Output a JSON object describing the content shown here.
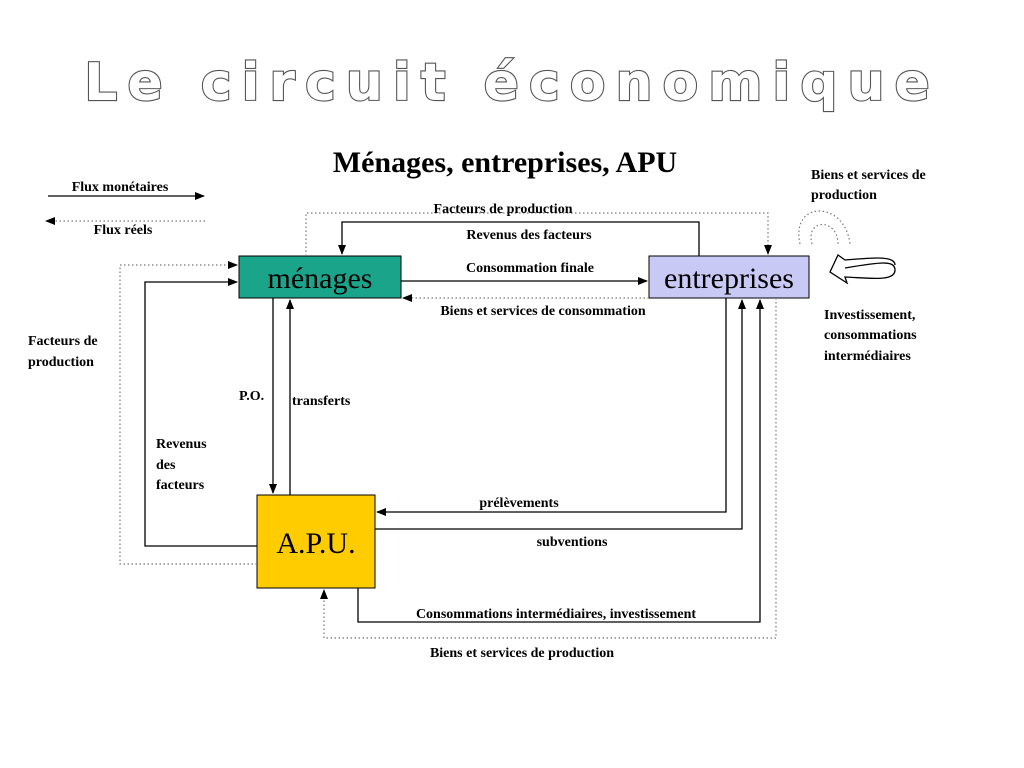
{
  "title": "Le circuit économique",
  "subtitle": "Ménages, entreprises, APU",
  "legend": {
    "monetary": "Flux monétaires",
    "real": "Flux réels"
  },
  "nodes": {
    "menages": {
      "label": "ménages",
      "color": "#1aa58a"
    },
    "entreprises": {
      "label": "entreprises",
      "color": "#c9c9f5"
    },
    "apu": {
      "label": "A.P.U.",
      "color": "#ffcc00"
    }
  },
  "flows": {
    "facteurs_production_top": "Facteurs de production",
    "revenus_facteurs_top": "Revenus des facteurs",
    "consommation_finale": "Consommation finale",
    "biens_services_consommation": "Biens et services de consommation",
    "facteurs_production_left_1": "Facteurs de",
    "facteurs_production_left_2": "production",
    "po": "P.O.",
    "transferts": "transferts",
    "revenus_left_1": "Revenus",
    "revenus_left_2": "des",
    "revenus_left_3": "facteurs",
    "prelevements": "prélèvements",
    "subventions": "subventions",
    "ci_investissement": "Consommations intermédiaires, investissement",
    "biens_services_production_bottom": "Biens et services de production",
    "biens_services_production_right_1": "Biens et services de",
    "biens_services_production_right_2": "production",
    "investissement_right_1": "Investissement,",
    "investissement_right_2": "consommations",
    "investissement_right_3": "intermédiaires"
  }
}
